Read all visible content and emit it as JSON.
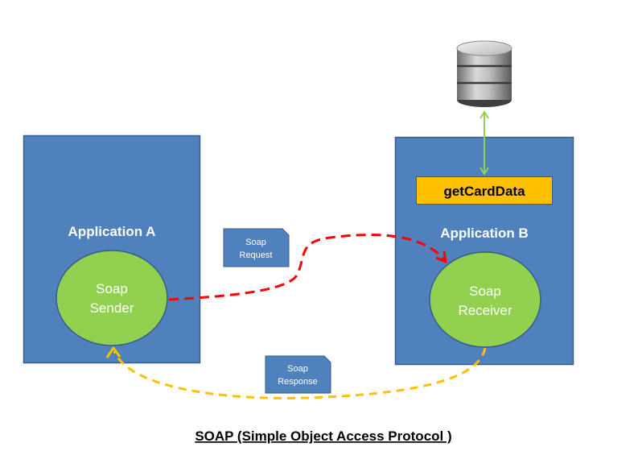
{
  "caption": "SOAP (Simple Object Access Protocol )",
  "application_a": {
    "title": "Application A",
    "node_line1": "Soap",
    "node_line2": "Sender"
  },
  "application_b": {
    "title": "Application B",
    "node_line1": "Soap",
    "node_line2": "Receiver",
    "method": "getCardData"
  },
  "request_note": {
    "line1": "Soap",
    "line2": "Request"
  },
  "response_note": {
    "line1": "Soap",
    "line2": "Response"
  },
  "icons": {
    "database": "database-icon"
  },
  "colors": {
    "app_box": "#4f81bd",
    "app_box_border": "#385d8a",
    "node_fill": "#92d050",
    "method_fill": "#ffc000",
    "request_line": "#ff0000",
    "response_line": "#ffc000",
    "db_link": "#92d050",
    "note_fill": "#4f81bd"
  }
}
